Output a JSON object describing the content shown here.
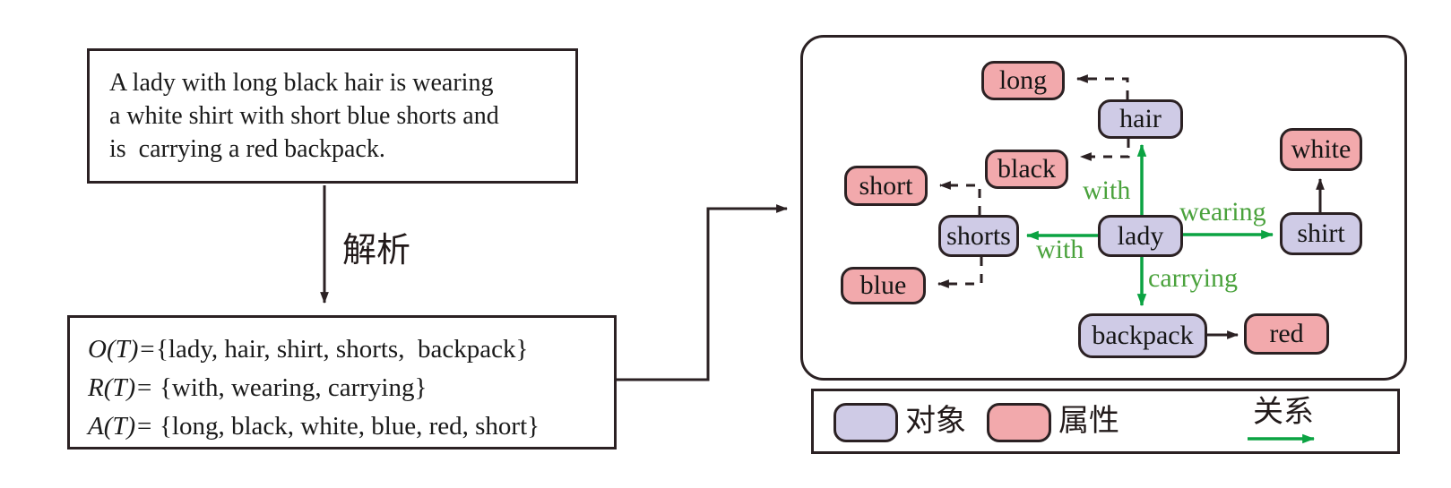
{
  "figure": {
    "sentence": {
      "lines": [
        "A lady with long black hair is wearing",
        "a white shirt with short blue shorts and",
        "is  carrying a red backpack."
      ]
    },
    "parse_label": "解析",
    "sets": {
      "lines": [
        {
          "head": "O(T)=",
          "body": "{lady, hair, shirt, shorts,  backpack}"
        },
        {
          "head": "R(T)=",
          "body": " {with, wearing, carrying}"
        },
        {
          "head": "A(T)=",
          "body": " {long, black, white, blue, red, short}"
        }
      ]
    },
    "graph": {
      "nodes": {
        "long": {
          "label": "long",
          "type": "attribute"
        },
        "hair": {
          "label": "hair",
          "type": "object"
        },
        "black": {
          "label": "black",
          "type": "attribute"
        },
        "short": {
          "label": "short",
          "type": "attribute"
        },
        "white": {
          "label": "white",
          "type": "attribute"
        },
        "shorts": {
          "label": "shorts",
          "type": "object"
        },
        "lady": {
          "label": "lady",
          "type": "object"
        },
        "shirt": {
          "label": "shirt",
          "type": "object"
        },
        "blue": {
          "label": "blue",
          "type": "attribute"
        },
        "backpack": {
          "label": "backpack",
          "type": "object"
        },
        "red": {
          "label": "red",
          "type": "attribute"
        }
      },
      "edge_labels": {
        "with_hair": "with",
        "with_shorts": "with",
        "wearing": "wearing",
        "carrying": "carrying"
      },
      "edges": [
        {
          "from": "lady",
          "to": "hair",
          "label": "with",
          "style": "relation-green"
        },
        {
          "from": "lady",
          "to": "shorts",
          "label": "with",
          "style": "relation-green"
        },
        {
          "from": "lady",
          "to": "shirt",
          "label": "wearing",
          "style": "relation-green"
        },
        {
          "from": "lady",
          "to": "backpack",
          "label": "carrying",
          "style": "relation-green"
        },
        {
          "from": "hair",
          "to": "long",
          "style": "attribute-dashed"
        },
        {
          "from": "hair",
          "to": "black",
          "style": "attribute-dashed"
        },
        {
          "from": "shorts",
          "to": "short",
          "style": "attribute-dashed"
        },
        {
          "from": "shorts",
          "to": "blue",
          "style": "attribute-dashed"
        },
        {
          "from": "shirt",
          "to": "white",
          "style": "attribute-solid"
        },
        {
          "from": "backpack",
          "to": "red",
          "style": "attribute-solid"
        }
      ]
    },
    "legend": {
      "object_label": "对象",
      "attribute_label": "属性",
      "relation_label": "关系"
    },
    "colors": {
      "object_fill": "#cfcbe6",
      "attribute_fill": "#f2a9ac",
      "relation_green": "#0ba342",
      "relation_text_green": "#4aa23c",
      "line_dark": "#2b2123"
    }
  }
}
